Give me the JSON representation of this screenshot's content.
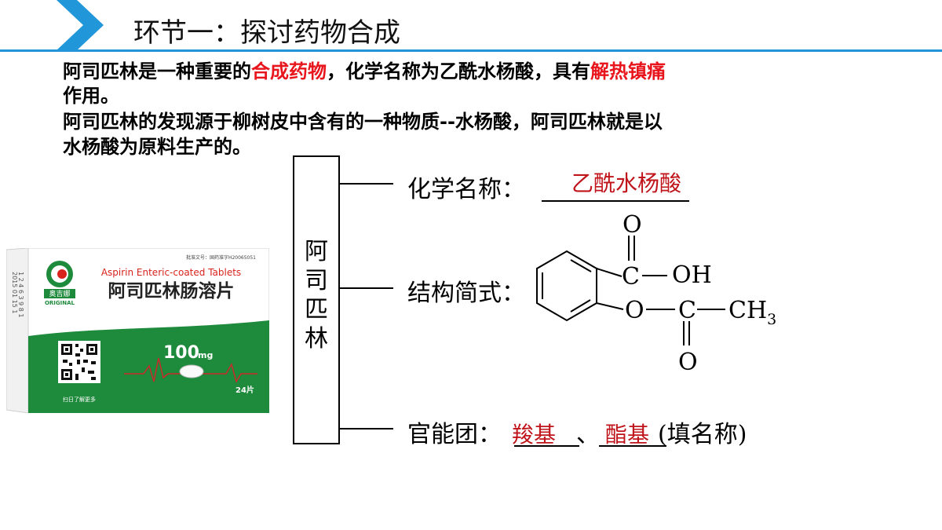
{
  "header": {
    "title": "环节一：探讨药物合成",
    "accent_color": "#2196d9"
  },
  "intro": {
    "p1_before": "阿司匹林是一种重要的",
    "p1_red1": "合成药物",
    "p1_mid": "，化学名称为乙酰水杨酸，具有",
    "p1_red2": "解热镇痛",
    "p1_end": "作用。",
    "p2_line1": "阿司匹林的发现源于柳树皮中含有的一种物质--水杨酸，阿司匹林就是以",
    "p2_line2": "水杨酸为原料生产的。",
    "highlight_color": "#e8151c"
  },
  "package": {
    "brand": "奥吉娜",
    "brand_en": "ORIGINAL",
    "name_en": "Aspirin Enteric-coated Tablets",
    "name_cn": "阿司匹林肠溶片",
    "approval": "批准文号：国药准字H20065051",
    "dose_number": "100",
    "dose_unit": "mg",
    "count": "24片",
    "slogan": "扫日了解更多",
    "green_color": "#1e8a3c"
  },
  "worksheet": {
    "subject_vertical": [
      "阿",
      "司",
      "匹",
      "林"
    ],
    "chem_name_label": "化学名称：",
    "chem_name_answer": "乙酰水杨酸",
    "structure_label": "结构简式：",
    "functional_group_label": "官能团：",
    "functional_group_answer1": "羧基",
    "separator": "、",
    "functional_group_answer2": "酯基",
    "hint": "(填名称)",
    "answer_color": "#c0141b"
  },
  "structure": {
    "top_o": "O",
    "carboxyl_c": "C",
    "hydroxyl": "OH",
    "ester_o": "O",
    "ester_c": "C",
    "methyl": "CH",
    "methyl_sub": "3",
    "bottom_o": "O"
  }
}
